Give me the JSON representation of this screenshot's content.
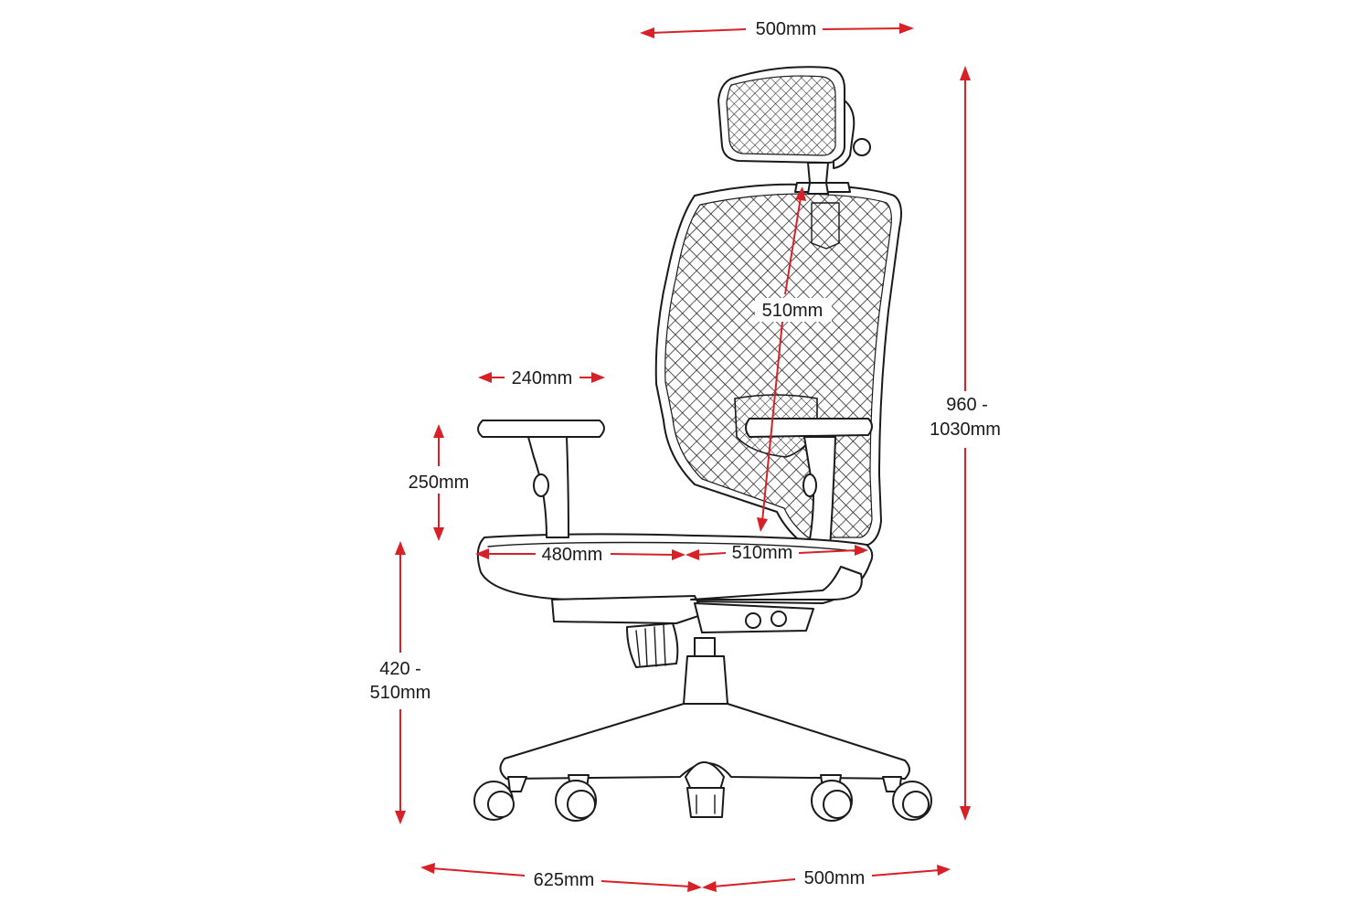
{
  "diagram": {
    "dimension_color": "#d92027",
    "outline_color": "#1a1a1a",
    "dimensions": {
      "headrest_width": "500mm",
      "overall_height_line1": "960 -",
      "overall_height_line2": "1030mm",
      "backrest_height": "510mm",
      "armrest_depth": "240mm",
      "armrest_height": "250mm",
      "seat_depth": "480mm",
      "seat_width": "510mm",
      "seat_height_line1": "420 -",
      "seat_height_line2": "510mm",
      "base_depth": "625mm",
      "base_width": "500mm"
    }
  }
}
